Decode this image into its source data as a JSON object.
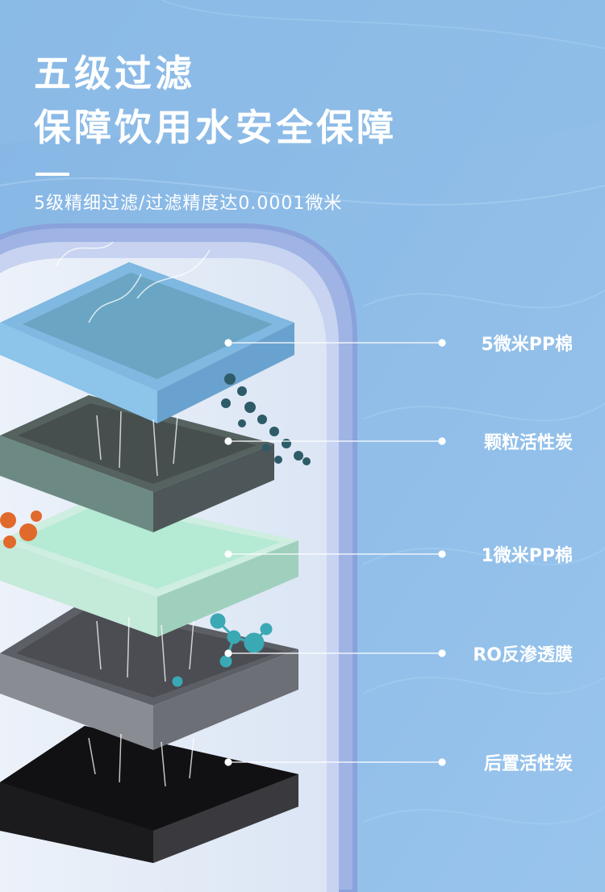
{
  "header": {
    "title_line1": "五级过滤",
    "title_line2": "保障饮用水安全保障",
    "subtitle": "5级精细过滤/过滤精度达0.0001微米"
  },
  "layers": [
    {
      "label": "5微米PP棉",
      "color": "#8cc4ea"
    },
    {
      "label": "颗粒活性炭",
      "color": "#6b8a83"
    },
    {
      "label": "1微米PP棉",
      "color": "#bdecd8"
    },
    {
      "label": "RO反渗透膜",
      "color": "#75777e"
    },
    {
      "label": "后置活性炭",
      "color": "#1e1e20"
    }
  ],
  "colors": {
    "background": "#8fbce6",
    "capsule": "#e6ecf6",
    "text": "#ffffff"
  }
}
